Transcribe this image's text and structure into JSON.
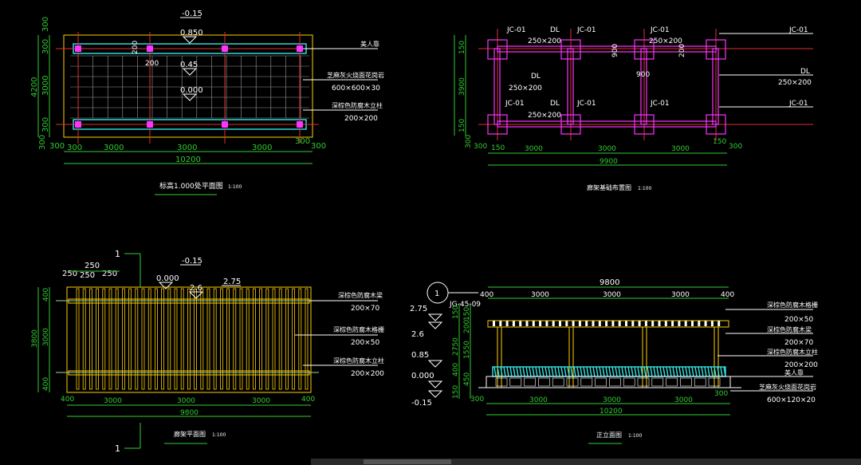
{
  "colors": {
    "background": "#000000",
    "dimension": "#33cc33",
    "label": "#ffffff",
    "axis": "#e03030",
    "wood": "#ffd000",
    "foundation": "#ff33ff",
    "bench": "#33e6e6"
  },
  "plan1": {
    "title": "标高1.000处平面图",
    "scale": "1:100",
    "elev_top": "-0.15",
    "elev_a": "0.850",
    "elev_b": "0.45",
    "elev_c": "0.000",
    "mark_200a": "200",
    "mark_200b": "200",
    "left_dims": [
      "300",
      "3000",
      "4200",
      "300"
    ],
    "left_outer": "300",
    "bottom_dims": [
      "300",
      "3000",
      "3000",
      "3000",
      "300"
    ],
    "bottom_total": "10200",
    "bottom_edge": "300",
    "labels": [
      {
        "text": "美人靠",
        "sub": ""
      },
      {
        "text": "芝麻灰火烧面花岗岩",
        "sub": "600×600×30"
      },
      {
        "text": "深棕色防腐木立柱",
        "sub": "200×200"
      }
    ]
  },
  "plan2": {
    "title": "廊架基础布置图",
    "scale": "1:100",
    "jc": "JC-01",
    "dl": "DL",
    "sz_250": "250×200",
    "sz_dl": "250×200",
    "dim_900a": "900",
    "dim_900b": "900",
    "dim_200": "200",
    "left_dims": [
      "150",
      "3900",
      "150",
      "300"
    ],
    "bottom_dims": [
      "300",
      "150",
      "3000",
      "3000",
      "3000",
      "150",
      "300"
    ],
    "bottom_total": "9900"
  },
  "plan3": {
    "title": "廊架平面图",
    "scale": "1:100",
    "section_mark": "1",
    "top_dims": [
      "250",
      "250",
      "250",
      "250"
    ],
    "elev_top": "-0.15",
    "elev_a": "0.000",
    "elev_b": "2.6",
    "elev_c": "2.75",
    "left_dims": [
      "400",
      "3000",
      "3800",
      "400"
    ],
    "bottom_dims": [
      "400",
      "3000",
      "3000",
      "3000",
      "400"
    ],
    "bottom_total": "9800",
    "labels": [
      {
        "text": "深棕色防腐木梁",
        "sub": "200×70"
      },
      {
        "text": "深棕色防腐木格栅",
        "sub": "200×50"
      },
      {
        "text": "深棕色防腐木立柱",
        "sub": "200×200"
      }
    ]
  },
  "elev": {
    "title": "正立面图",
    "scale": "1:100",
    "circle": "1",
    "ref": "JG-45-09",
    "top_dims": [
      "400",
      "3000",
      "3000",
      "3000",
      "400"
    ],
    "top_total": "9800",
    "bottom_dims": [
      "300",
      "3000",
      "3000",
      "3000",
      "300"
    ],
    "bottom_total": "10200",
    "levels": [
      "2.75",
      "2.6",
      "0.85",
      "0.000",
      "-0.15"
    ],
    "vdims": [
      "150",
      "150",
      "200",
      "2750",
      "1550",
      "400",
      "450",
      "150"
    ],
    "labels": [
      {
        "text": "深棕色防腐木格栅",
        "sub": "200×50"
      },
      {
        "text": "深棕色防腐木梁",
        "sub": "200×70"
      },
      {
        "text": "深棕色防腐木立柱",
        "sub": "200×200"
      },
      {
        "text": "美人靠",
        "sub": ""
      },
      {
        "text": "芝麻灰火烧面花岗岩",
        "sub": "600×120×20"
      }
    ]
  }
}
